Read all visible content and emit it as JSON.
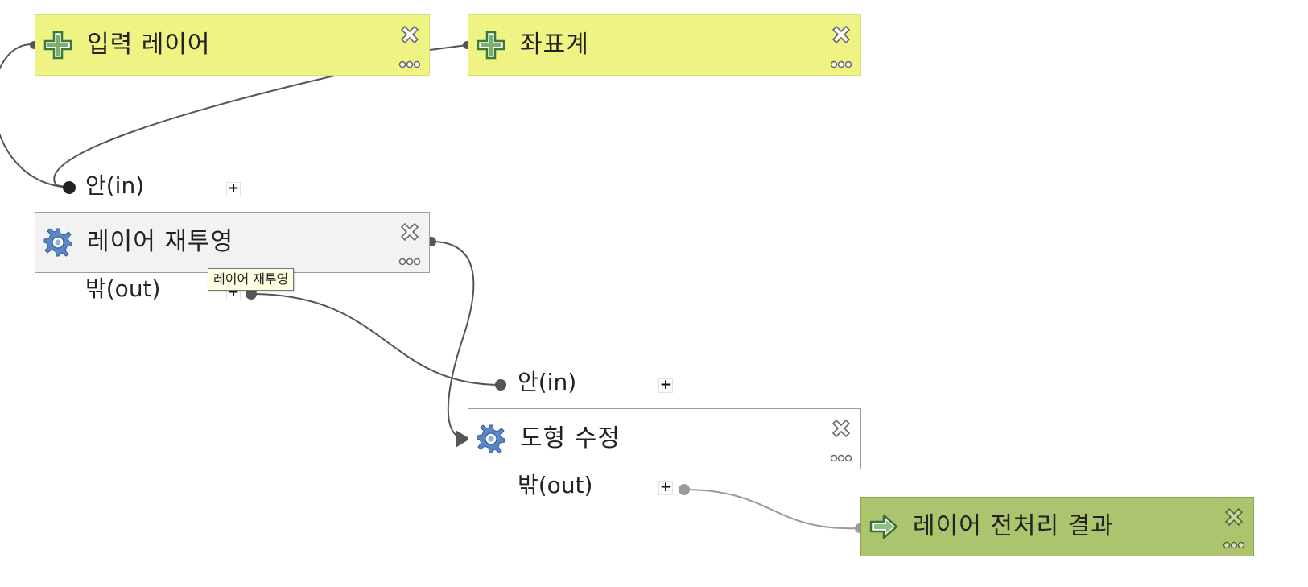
{
  "nodes": {
    "input_layer": {
      "title": "입력 레이어",
      "type": "input"
    },
    "crs": {
      "title": "좌표계",
      "type": "input"
    },
    "reproject": {
      "title": "레이어 재투영",
      "type": "algorithm",
      "in_port": "안(in)",
      "out_port": "밖(out)"
    },
    "geometry_fix": {
      "title": "도형 수정",
      "type": "algorithm",
      "in_port": "안(in)",
      "out_port": "밖(out)"
    },
    "output": {
      "title": "레이어 전처리 결과",
      "type": "output"
    }
  },
  "tooltip": {
    "text": "레이어 재투영"
  },
  "icons": {
    "input": "plus-icon",
    "algorithm": "gear-icon",
    "output": "arrow-right-icon",
    "remove": "close-icon",
    "menu": "more-dots-icon"
  },
  "colors": {
    "input_node": "#eef384",
    "algorithm_node": "#f2f2f2",
    "output_node": "#adc46e",
    "wire": "#555555",
    "output_wire": "#9a9a9a"
  },
  "port_symbol": "+"
}
